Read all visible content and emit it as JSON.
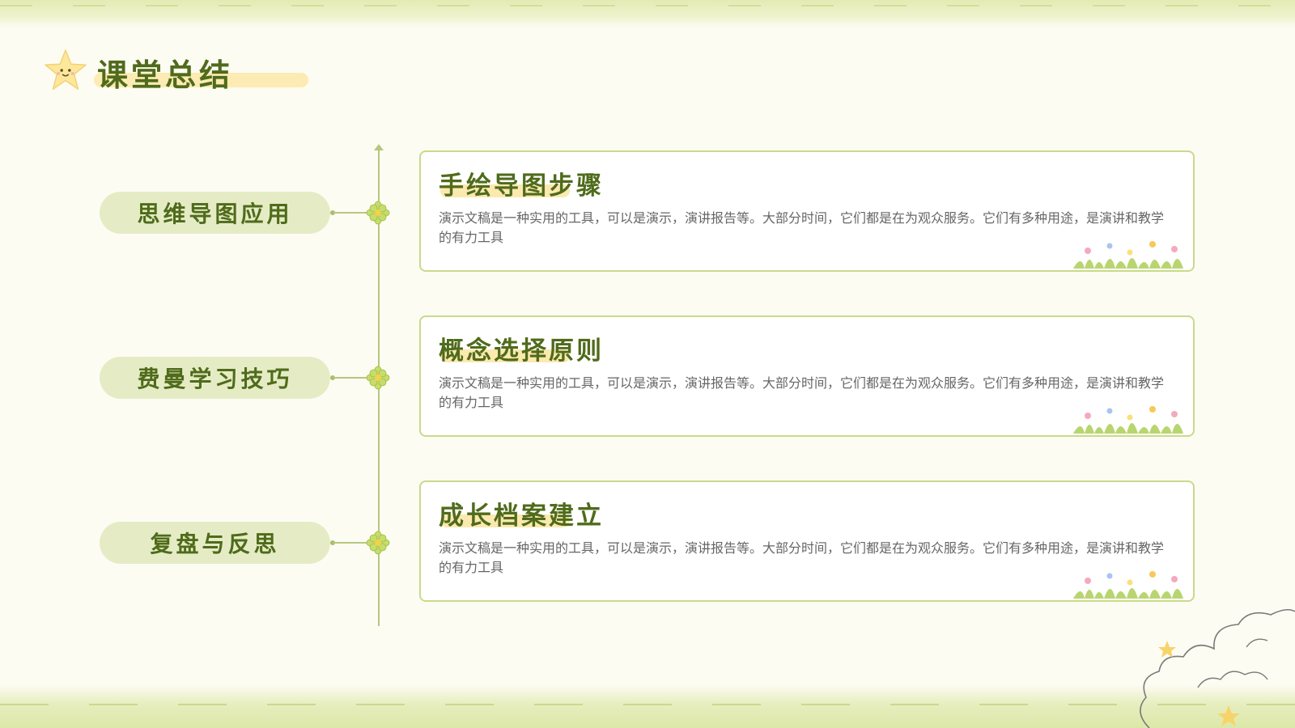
{
  "title": "课堂总结",
  "timeline": [
    {
      "label": "思维导图应用",
      "card_title": "手绘导图步骤",
      "card_body": "演示文稿是一种实用的工具，可以是演示，演讲报告等。大部分时间，它们都是在为观众服务。它们有多种用途，是演讲和教学的有力工具"
    },
    {
      "label": "费曼学习技巧",
      "card_title": "概念选择原则",
      "card_body": "演示文稿是一种实用的工具，可以是演示，演讲报告等。大部分时间，它们都是在为观众服务。它们有多种用途，是演讲和教学的有力工具"
    },
    {
      "label": "复盘与反思",
      "card_title": "成长档案建立",
      "card_body": "演示文稿是一种实用的工具，可以是演示，演讲报告等。大部分时间，它们都是在为观众服务。它们有多种用途，是演讲和教学的有力工具"
    }
  ],
  "colors": {
    "background": "#fdfcf3",
    "accent_green": "#4f6b1b",
    "pill_bg": "#e5ecc5",
    "card_border": "#c8da8a",
    "highlight_yellow": "#fbe7a6"
  },
  "icons": [
    "star-mascot-icon",
    "flower-icon",
    "grass-flowers-icon",
    "cloud-doodle-icon"
  ]
}
